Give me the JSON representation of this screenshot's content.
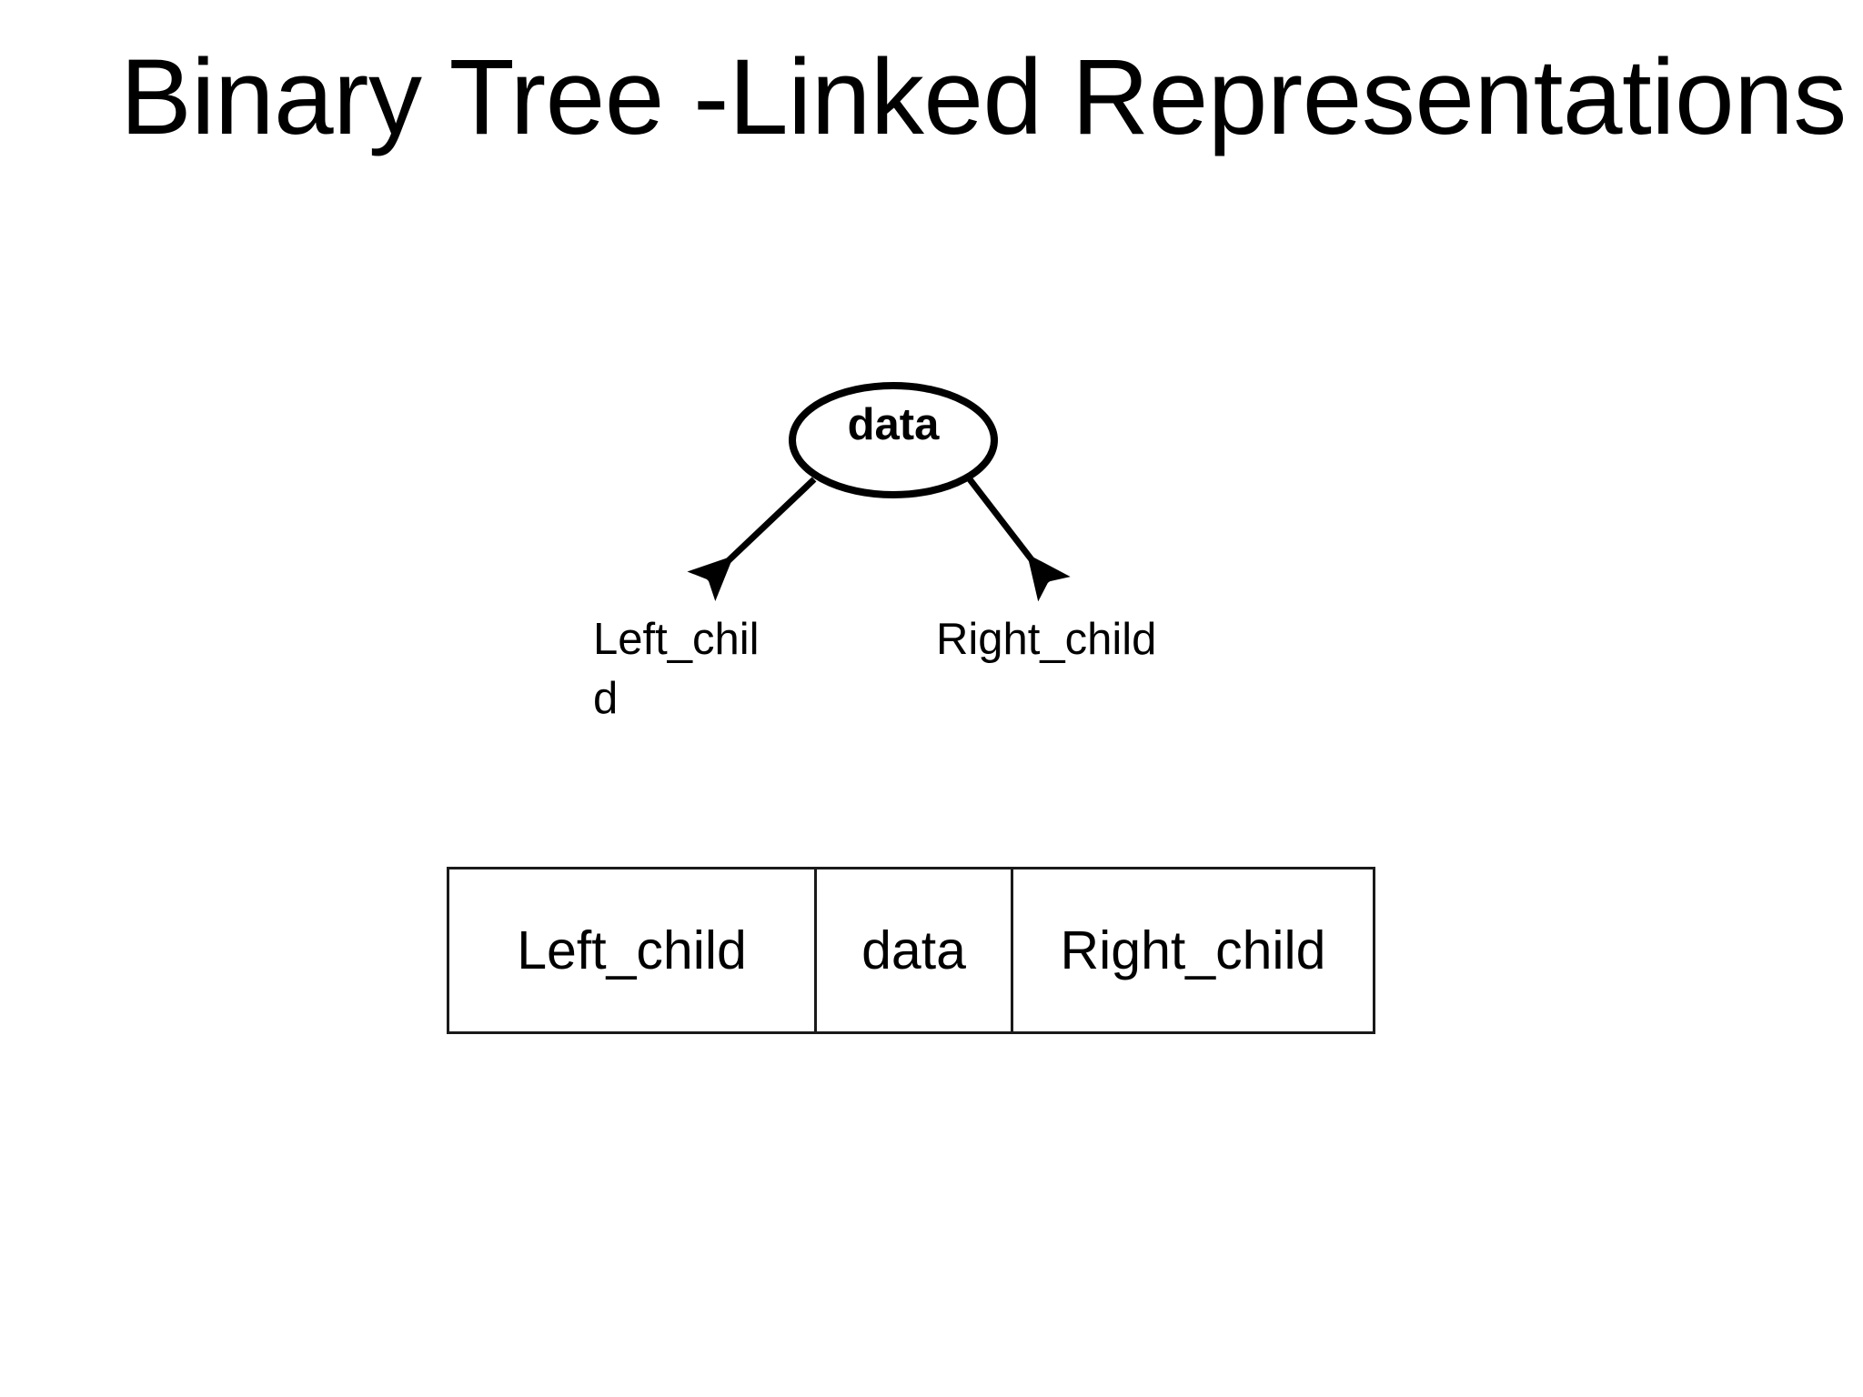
{
  "slide": {
    "title": "Binary Tree -Linked Representations",
    "background_color": "#ffffff",
    "ink_color": "#000000"
  },
  "tree_diagram": {
    "root_node": {
      "label": "data",
      "shape": "ellipse",
      "stroke_color": "#000000"
    },
    "children": [
      {
        "label_line1": "Left_chil",
        "label_line2": "d",
        "full_label": "Left_child",
        "edge": "left-arrow"
      },
      {
        "label_line1": "Right_child",
        "label_line2": "",
        "full_label": "Right_child",
        "edge": "right-arrow"
      }
    ]
  },
  "struct_table": {
    "rows": [
      {
        "cells": [
          "Left_child",
          "data",
          "Right_child"
        ]
      }
    ],
    "border_color": "#1a1a1a"
  }
}
